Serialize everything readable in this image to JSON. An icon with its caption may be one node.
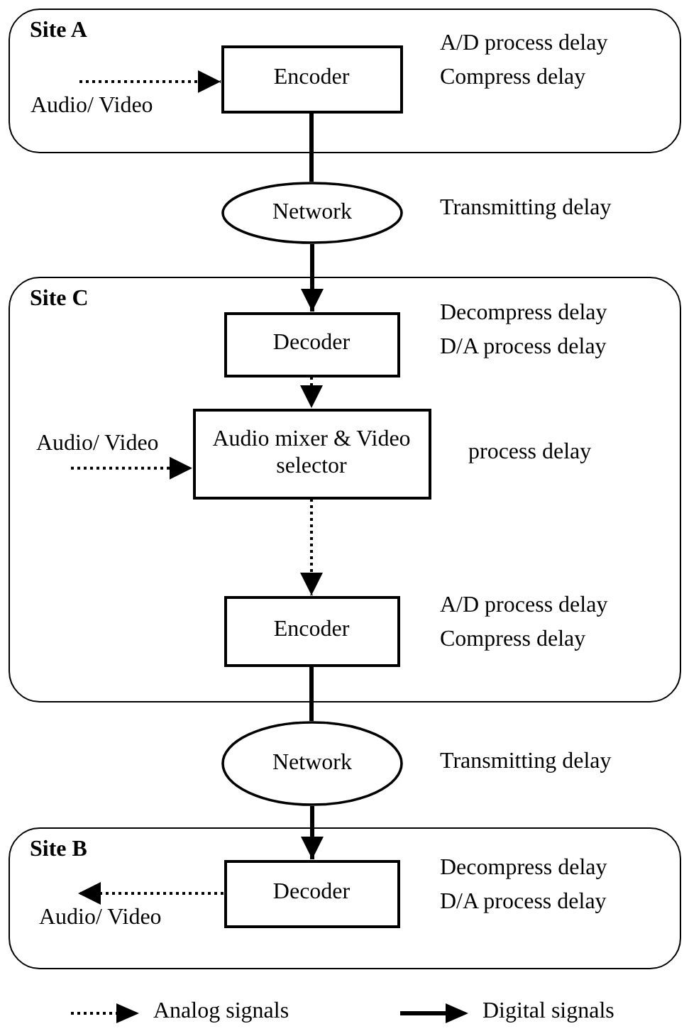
{
  "diagram": {
    "nodes": [
      {
        "text": [
          "Site A"
        ]
      },
      {
        "text": [
          "Audio/ Video"
        ],
        "in": 0
      },
      {
        "text": [
          "Encoder"
        ],
        "in": 0,
        "beside": [
          "A/D process delay",
          "Compress delay"
        ]
      },
      {
        "text": [
          "Network"
        ],
        "beside": [
          "Transmitting delay"
        ]
      },
      {
        "text": [
          "Site C"
        ]
      },
      {
        "text": [
          "Decoder"
        ],
        "in": 4,
        "beside": [
          "Decompress delay",
          "D/A process delay"
        ]
      },
      {
        "text": [
          "Audio/ Video"
        ],
        "in": 4
      },
      {
        "text": [
          "Audio mixer & Video selector"
        ],
        "in": 4,
        "beside": [
          "process delay"
        ]
      },
      {
        "text": [
          "Encoder"
        ],
        "in": 4,
        "beside": [
          "A/D process delay",
          "Compress delay"
        ]
      },
      {
        "text": [
          "Network"
        ],
        "beside": [
          "Transmitting delay"
        ]
      },
      {
        "text": [
          "Site B"
        ]
      },
      {
        "text": [
          "Decoder"
        ],
        "in": 10,
        "beside": [
          "Decompress delay",
          "D/A process delay"
        ]
      },
      {
        "text": [
          "Audio/ Video"
        ],
        "in": 10
      }
    ],
    "edges": [
      {
        "from": 1,
        "to": 2,
        "arrow": "to",
        "style": "dashed"
      },
      {
        "from": 2,
        "to": 3,
        "arrow": "none"
      },
      {
        "from": 3,
        "to": 5,
        "arrow": "to"
      },
      {
        "from": 5,
        "to": 7,
        "arrow": "to",
        "style": "dashed"
      },
      {
        "from": 6,
        "to": 7,
        "arrow": "to",
        "style": "dashed"
      },
      {
        "from": 7,
        "to": 8,
        "arrow": "to",
        "style": "dashed"
      },
      {
        "from": 8,
        "to": 9,
        "arrow": "none"
      },
      {
        "from": 9,
        "to": 11,
        "arrow": "to"
      },
      {
        "from": 11,
        "to": 12,
        "arrow": "to",
        "style": "dashed"
      }
    ],
    "legend": [
      {
        "text": "Analog signals"
      },
      {
        "text": "Digital signals"
      }
    ]
  }
}
